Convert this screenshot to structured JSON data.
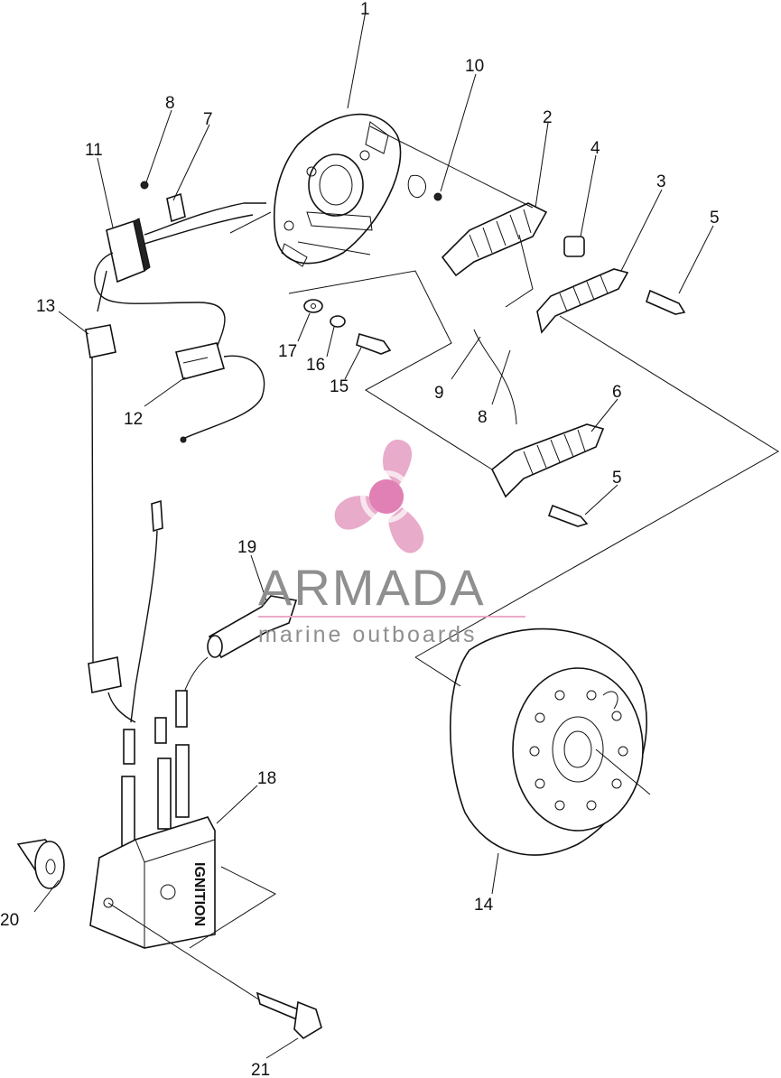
{
  "diagram": {
    "callouts": [
      {
        "id": "c1",
        "text": "1"
      },
      {
        "id": "c2",
        "text": "2"
      },
      {
        "id": "c3",
        "text": "3"
      },
      {
        "id": "c4",
        "text": "4"
      },
      {
        "id": "c5a",
        "text": "5"
      },
      {
        "id": "c5b",
        "text": "5"
      },
      {
        "id": "c6",
        "text": "6"
      },
      {
        "id": "c7",
        "text": "7"
      },
      {
        "id": "c8a",
        "text": "8"
      },
      {
        "id": "c8b",
        "text": "8"
      },
      {
        "id": "c9",
        "text": "9"
      },
      {
        "id": "c10",
        "text": "10"
      },
      {
        "id": "c11",
        "text": "11"
      },
      {
        "id": "c12",
        "text": "12"
      },
      {
        "id": "c13",
        "text": "13"
      },
      {
        "id": "c14",
        "text": "14"
      },
      {
        "id": "c15",
        "text": "15"
      },
      {
        "id": "c16",
        "text": "16"
      },
      {
        "id": "c17",
        "text": "17"
      },
      {
        "id": "c18",
        "text": "18"
      },
      {
        "id": "c19",
        "text": "19"
      },
      {
        "id": "c20",
        "text": "20"
      },
      {
        "id": "c21",
        "text": "21"
      }
    ],
    "ignition_pack_stamp": "IGNITION"
  },
  "watermark": {
    "brand": "ARMADA",
    "tagline": "marine outboards",
    "logo_color": "#e8a7c8",
    "logo_center_color": "#e07ab0"
  }
}
